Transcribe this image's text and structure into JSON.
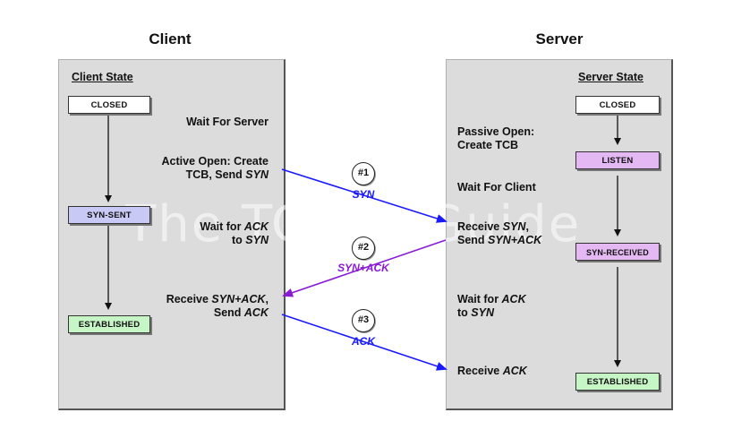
{
  "client": {
    "title": "Client",
    "state_header": "Client State",
    "states": {
      "closed": "CLOSED",
      "syn_sent": "SYN-SENT",
      "established": "ESTABLISHED"
    },
    "notes": {
      "wait_server": "Wait For Server",
      "active_open_1": "Active Open: Create",
      "active_open_2_prefix": "TCB, Send ",
      "active_open_2_italic": "SYN",
      "wait_ack_1_prefix": "Wait for ",
      "wait_ack_1_italic": "ACK",
      "wait_ack_2_prefix": "to ",
      "wait_ack_2_italic": "SYN",
      "receive_1_prefix": "Receive ",
      "receive_1_italic": "SYN+ACK",
      "receive_1_suffix": ",",
      "receive_2_prefix": "Send ",
      "receive_2_italic": "ACK"
    }
  },
  "server": {
    "title": "Server",
    "state_header": "Server State",
    "states": {
      "closed": "CLOSED",
      "listen": "LISTEN",
      "syn_received": "SYN-RECEIVED",
      "established": "ESTABLISHED"
    },
    "notes": {
      "passive_open_1": "Passive Open:",
      "passive_open_2": "Create TCB",
      "wait_client": "Wait For Client",
      "receive_syn_1_prefix": "Receive ",
      "receive_syn_1_italic": "SYN",
      "receive_syn_1_suffix": ",",
      "receive_syn_2_prefix": "Send ",
      "receive_syn_2_italic": "SYN+ACK",
      "wait_ack_1_prefix": "Wait for ",
      "wait_ack_1_italic": "ACK",
      "wait_ack_2_prefix": "to ",
      "wait_ack_2_italic": "SYN",
      "receive_ack_prefix": "Receive ",
      "receive_ack_italic": "ACK"
    }
  },
  "messages": [
    {
      "number": "#1",
      "label": "SYN",
      "color": "#1a1aff"
    },
    {
      "number": "#2",
      "label": "SYN+ACK",
      "color": "#8a1ad6"
    },
    {
      "number": "#3",
      "label": "ACK",
      "color": "#1a1aff"
    }
  ],
  "watermark": "The TCP/IP Guide",
  "colors": {
    "closed": "#ffffff",
    "syn_sent": "#c9c9f5",
    "listen": "#e4b8f2",
    "syn_received": "#e4b8f2",
    "established": "#c6f5c6",
    "panel": "#dcdcdc"
  }
}
